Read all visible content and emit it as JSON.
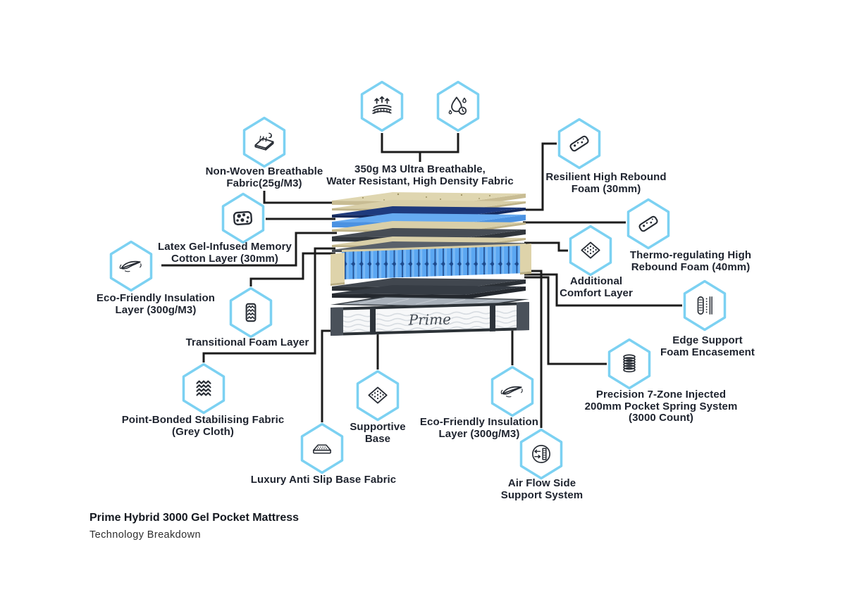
{
  "title": {
    "heading": "Prime Hybrid 3000 Gel Pocket Mattress",
    "subheading": "Technology Breakdown"
  },
  "mattress": {
    "brand": "Prime"
  },
  "colors": {
    "hexagon_stroke": "#7cd1f2",
    "connector_line": "#1c1c1c",
    "label_text": "#1e232e",
    "spring_blue": "#5ba7f2",
    "foam_tan": "#d9cfa8",
    "navy_layer": "#1e3a7e"
  },
  "features": [
    {
      "id": "ultra-breathable-fabric",
      "icons": [
        "breathable-mattress-icon",
        "water-resist-timer-icon"
      ],
      "lines": [
        "350g M3 Ultra Breathable,",
        "Water Resistant, High Density Fabric"
      ]
    },
    {
      "id": "non-woven-fabric",
      "icons": [
        "nonwoven-fabric-icon"
      ],
      "lines": [
        "Non-Woven Breathable",
        "Fabric(25g/M3)"
      ]
    },
    {
      "id": "latex-gel-memory-cotton",
      "icons": [
        "sponge-holes-icon"
      ],
      "lines": [
        "Latex Gel-Infused Memory",
        "Cotton Layer (30mm)"
      ]
    },
    {
      "id": "eco-insulation-left",
      "icons": [
        "insulation-sheet-icon"
      ],
      "lines": [
        "Eco-Friendly Insulation",
        "Layer (300g/M3)"
      ]
    },
    {
      "id": "transitional-foam",
      "icons": [
        "foam-zigzag-icon"
      ],
      "lines": [
        "Transitional Foam Layer"
      ]
    },
    {
      "id": "point-bonded-fabric",
      "icons": [
        "herringbone-icon"
      ],
      "lines": [
        "Point-Bonded Stabilising Fabric",
        "(Grey Cloth)"
      ]
    },
    {
      "id": "luxury-anti-slip-base",
      "icons": [
        "antislip-base-icon"
      ],
      "lines": [
        "Luxury Anti Slip Base Fabric"
      ]
    },
    {
      "id": "supportive-base",
      "icons": [
        "dots-diamond-icon"
      ],
      "lines": [
        "Supportive",
        "Base"
      ]
    },
    {
      "id": "eco-insulation-bottom",
      "icons": [
        "insulation-sheet-icon"
      ],
      "lines": [
        "Eco-Friendly Insulation",
        "Layer (300g/M3)"
      ]
    },
    {
      "id": "air-flow-side-support",
      "icons": [
        "airflow-circle-icon"
      ],
      "lines": [
        "Air Flow Side",
        "Support System"
      ]
    },
    {
      "id": "resilient-rebound-foam",
      "icons": [
        "foam-angled-icon"
      ],
      "lines": [
        "Resilient High Rebound",
        "Foam (30mm)"
      ]
    },
    {
      "id": "thermo-regulating-foam",
      "icons": [
        "foam-angled-icon"
      ],
      "lines": [
        "Thermo-regulating High",
        "Rebound Foam (40mm)"
      ]
    },
    {
      "id": "additional-comfort-layer",
      "icons": [
        "dots-diamond-icon"
      ],
      "lines": [
        "Additional",
        "Comfort Layer"
      ]
    },
    {
      "id": "edge-support-encasement",
      "icons": [
        "edge-foam-icon"
      ],
      "lines": [
        "Edge Support",
        "Foam Encasement"
      ]
    },
    {
      "id": "precision-pocket-springs",
      "icons": [
        "spring-coil-icon"
      ],
      "lines": [
        "Precision 7-Zone Injected",
        "200mm Pocket Spring System",
        "(3000 Count)"
      ]
    }
  ]
}
